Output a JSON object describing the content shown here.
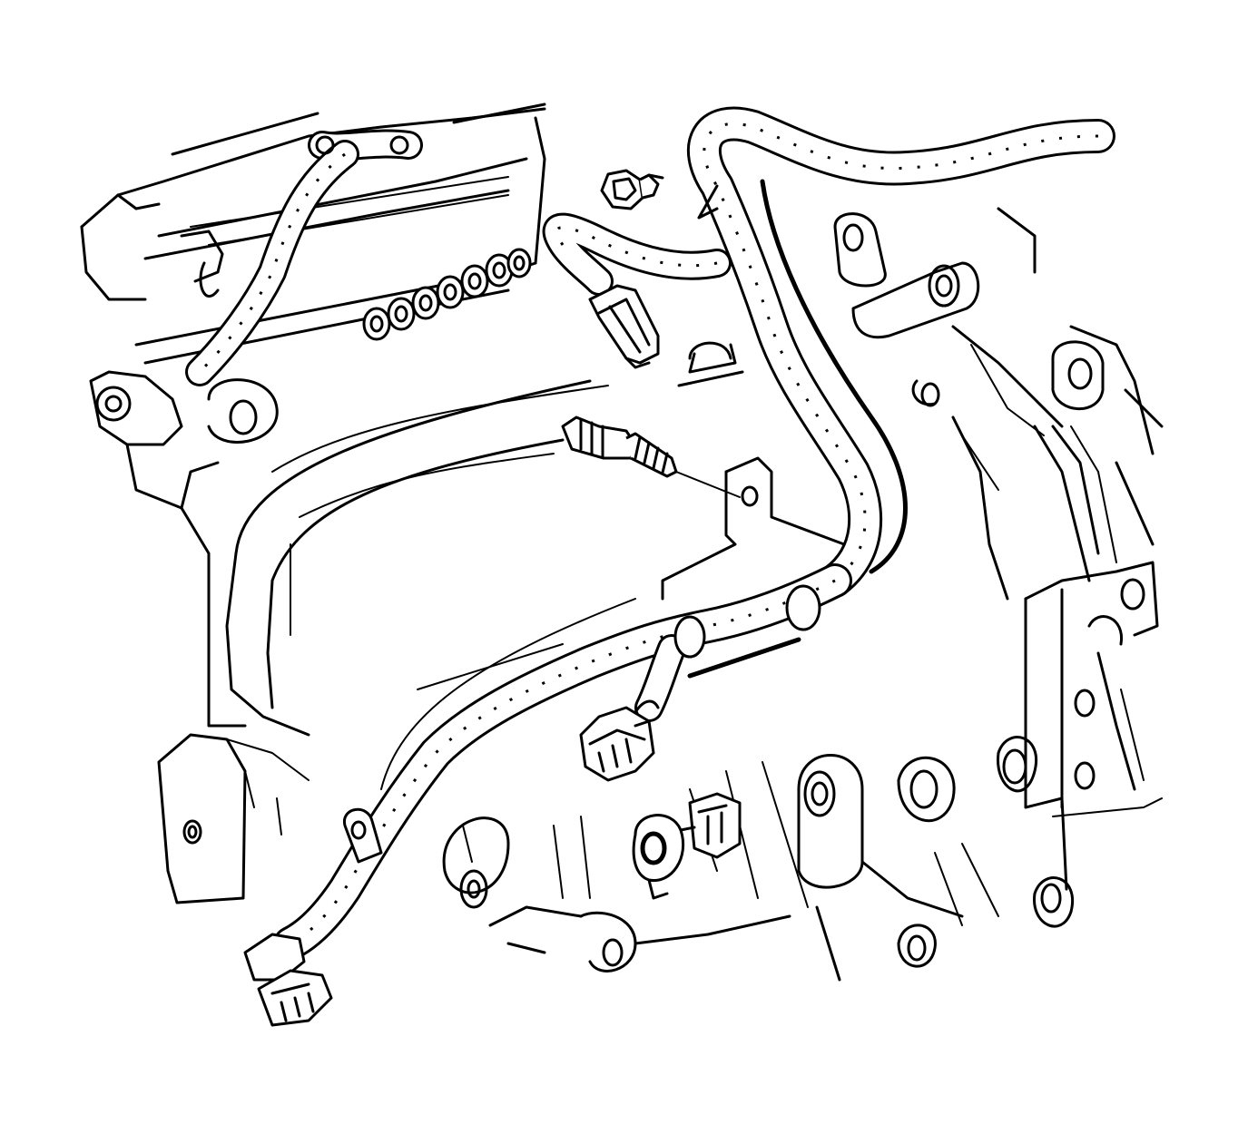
{
  "colors": {
    "background": "#ffffff",
    "line": "#000000"
  },
  "diagram": {
    "parts": [
      {
        "id": "engine-block",
        "icon": "engine-block-icon"
      },
      {
        "id": "fuel-rail-injectors",
        "icon": "fuel-injector-icon"
      },
      {
        "id": "main-wiring-harness",
        "icon": "wiring-harness-icon"
      },
      {
        "id": "harness-retaining-bolt",
        "icon": "bolt-icon"
      },
      {
        "id": "harness-bracket-stud",
        "icon": "stud-icon"
      },
      {
        "id": "upper-harness-connector",
        "icon": "electrical-connector-icon"
      },
      {
        "id": "lower-harness-connector",
        "icon": "electrical-connector-icon"
      },
      {
        "id": "knock-sensor",
        "icon": "knock-sensor-icon"
      },
      {
        "id": "knock-sensor-connector",
        "icon": "electrical-connector-icon"
      },
      {
        "id": "end-harness-connector",
        "icon": "electrical-connector-icon"
      },
      {
        "id": "harness-clip",
        "icon": "harness-clip-icon"
      }
    ]
  }
}
